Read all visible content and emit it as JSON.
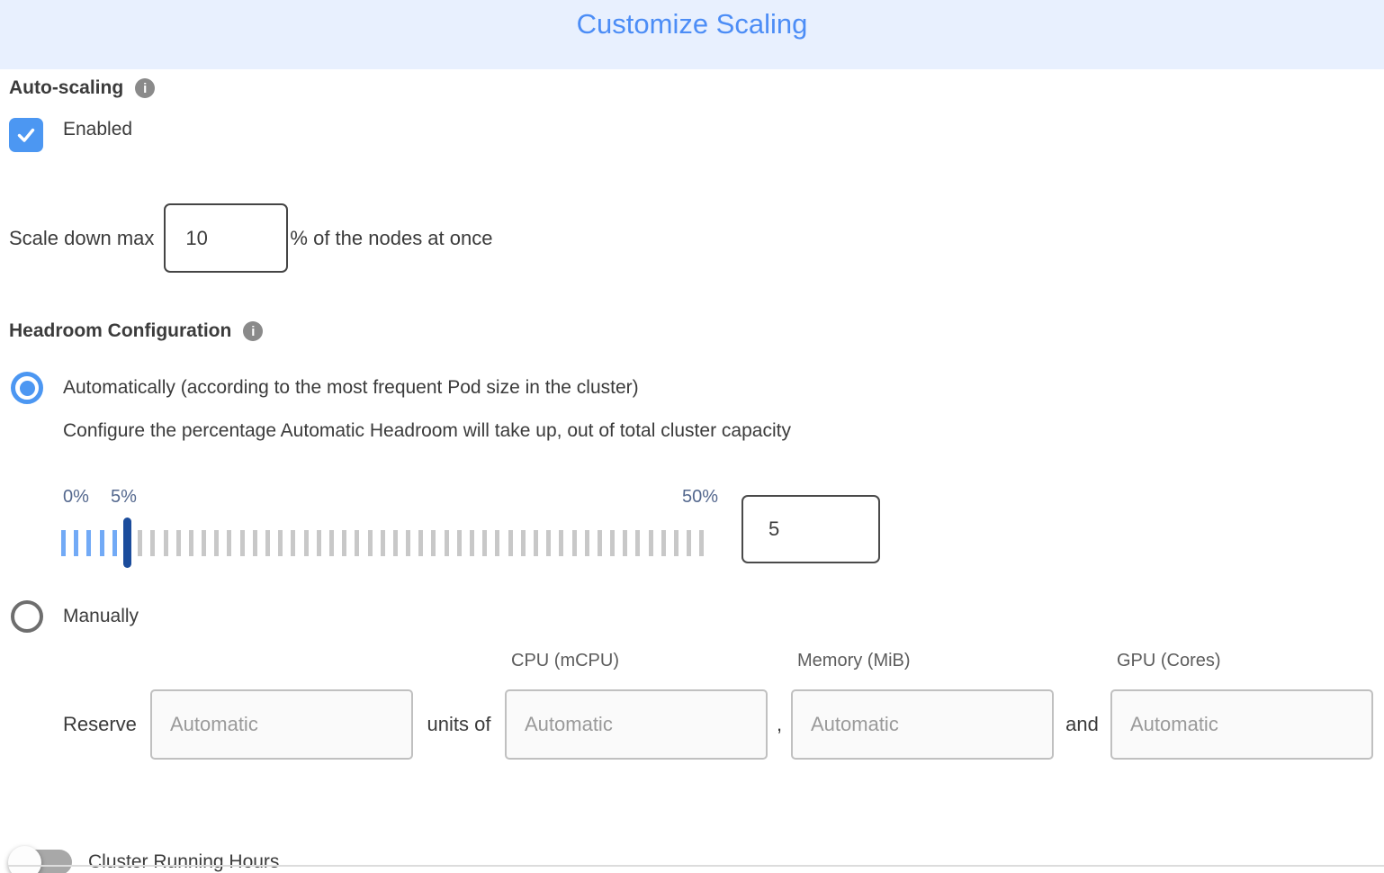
{
  "header": {
    "title": "Customize Scaling"
  },
  "auto_scaling": {
    "label": "Auto-scaling",
    "enabled_label": "Enabled",
    "enabled_checked": true,
    "scale_down": {
      "prefix": "Scale down max",
      "value": "10",
      "suffix": "% of the nodes at once"
    }
  },
  "headroom": {
    "label": "Headroom Configuration",
    "automatic": {
      "label": "Automatically (according to the most frequent Pod size in the cluster)",
      "selected": true,
      "description": "Configure the percentage Automatic Headroom will take up, out of total cluster capacity",
      "slider": {
        "min_label": "0%",
        "current_label": "5%",
        "max_label": "50%",
        "value": "5",
        "tick_count": 51,
        "active_ticks": 5,
        "handle_index": 5
      }
    },
    "manual": {
      "label": "Manually",
      "selected": false,
      "columns": [
        "CPU (mCPU)",
        "Memory (MiB)",
        "GPU (Cores)"
      ],
      "reserve_label": "Reserve",
      "units_of_label": "units of",
      "comma_label": ",",
      "and_label": "and",
      "input_placeholder": "Automatic"
    }
  },
  "cluster_running_hours": {
    "label": "Cluster Running Hours",
    "enabled": false
  },
  "colors": {
    "header_bg": "#e8f0fe",
    "title_blue": "#4c8df6",
    "accent_blue": "#4c97f2",
    "tick_blue": "#72aaf6",
    "tick_gray": "#c8c8c8",
    "handle_navy": "#1b4c9c",
    "slider_label": "#54688e",
    "toggle_track": "#a8a8a8"
  }
}
